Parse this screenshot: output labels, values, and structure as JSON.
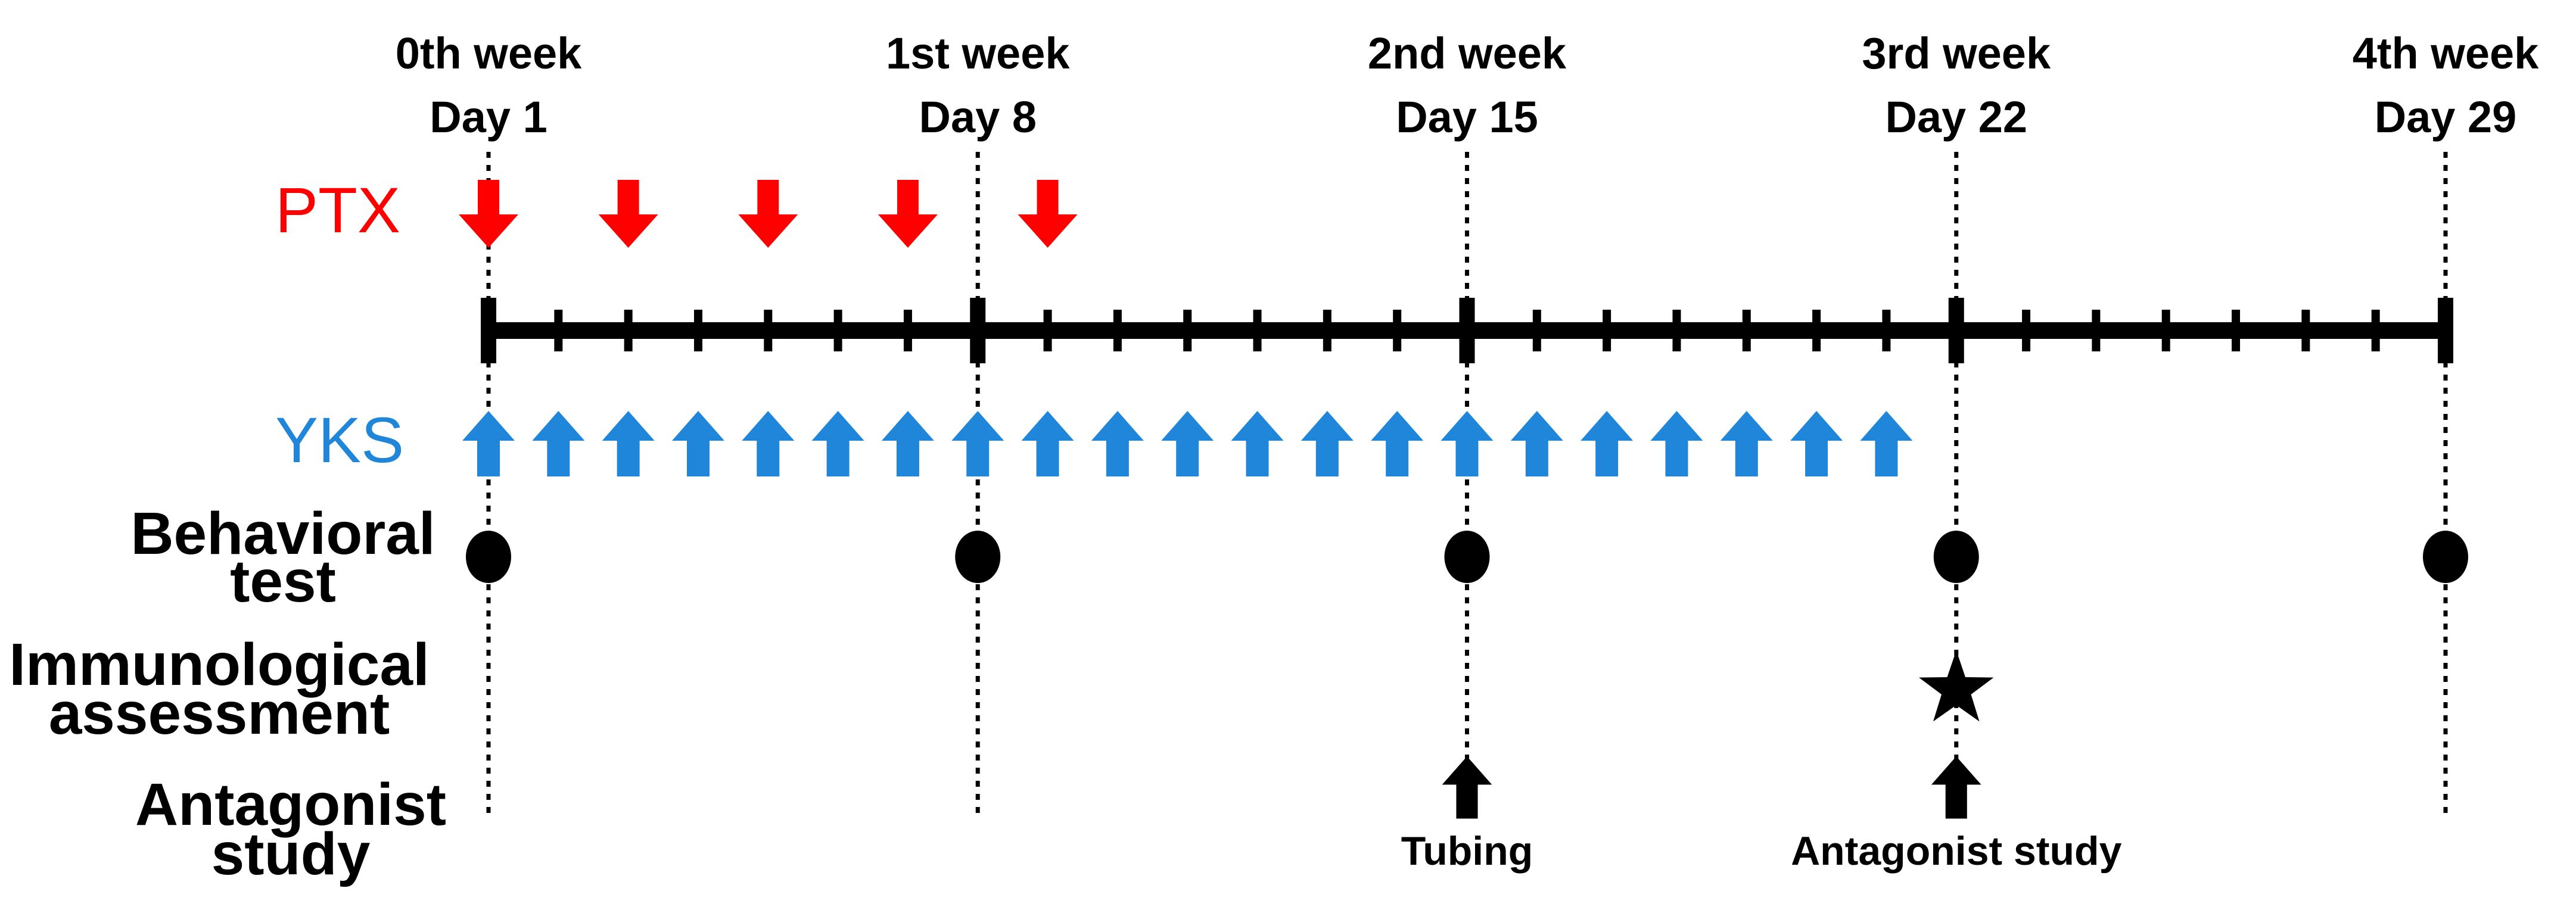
{
  "timeline": {
    "weeks": [
      {
        "week_label": "0th week",
        "day_label": "Day 1"
      },
      {
        "week_label": "1st week",
        "day_label": "Day 8"
      },
      {
        "week_label": "2nd week",
        "day_label": "Day 15"
      },
      {
        "week_label": "3rd week",
        "day_label": "Day 22"
      },
      {
        "week_label": "4th week",
        "day_label": "Day 29"
      }
    ],
    "total_days": 29
  },
  "rows": {
    "ptx": {
      "label": "PTX",
      "color": "#ff0000",
      "days": [
        1,
        3,
        5,
        7,
        9
      ]
    },
    "yks": {
      "label": "YKS",
      "color": "#1f86d9",
      "days": [
        1,
        2,
        3,
        4,
        5,
        6,
        7,
        8,
        9,
        10,
        11,
        12,
        13,
        14,
        15,
        16,
        17,
        18,
        19,
        20,
        21
      ]
    },
    "behavioral": {
      "label_line1": "Behavioral",
      "label_line2": "test",
      "days": [
        1,
        8,
        15,
        22,
        29
      ]
    },
    "immunological": {
      "label_line1": "Immunological",
      "label_line2": "assessment",
      "days": [
        22
      ]
    },
    "antagonist": {
      "label_line1": "Antagonist",
      "label_line2": "study"
    }
  },
  "annotations": {
    "tubing": {
      "label": "Tubing",
      "day": 15
    },
    "antagonist_study": {
      "label": "Antagonist study",
      "day": 22
    }
  }
}
